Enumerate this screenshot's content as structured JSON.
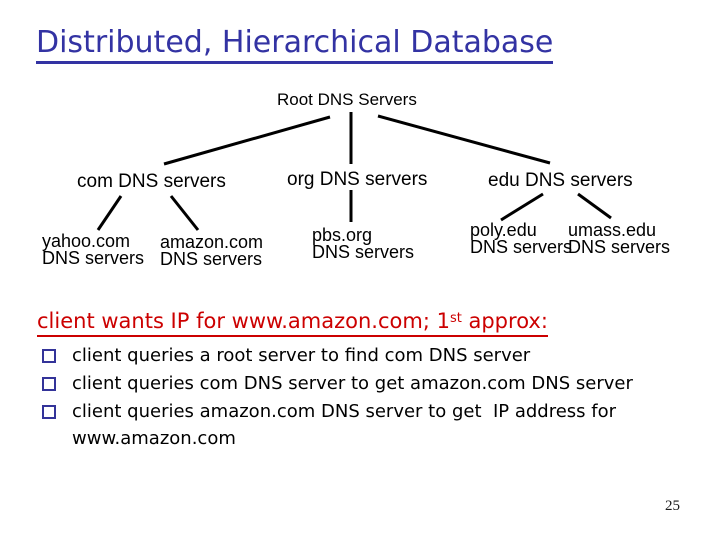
{
  "slide": {
    "title": "Distributed, Hierarchical Database",
    "page_number": "25"
  },
  "tree": {
    "root_label": "Root DNS Servers",
    "tier1": {
      "com": "com DNS servers",
      "org": "org DNS servers",
      "edu": "edu DNS servers"
    },
    "leaves": {
      "yahoo": {
        "line1": "yahoo.com",
        "line2": "DNS servers"
      },
      "amazon": {
        "line1": "amazon.com",
        "line2": "DNS servers"
      },
      "pbs": {
        "line1": "pbs.org",
        "line2": "DNS servers"
      },
      "poly": {
        "line1": "poly.edu",
        "line2": "DNS servers"
      },
      "umass": {
        "line1": "umass.edu",
        "line2": "DNS servers"
      }
    }
  },
  "body": {
    "heading": {
      "pre": "client wants IP for www.amazon.com; 1",
      "sup": "st",
      "post": " approx:"
    },
    "bullets": [
      "client queries a root server to find com DNS server",
      "client queries com DNS server to get amazon.com DNS server",
      "client queries amazon.com DNS server to get  IP address for\nwww.amazon.com"
    ]
  },
  "colors": {
    "title_blue": "#3333A3",
    "heading_red": "#CC0000",
    "bullet_square_blue": "#333399",
    "line_black": "#000000"
  }
}
